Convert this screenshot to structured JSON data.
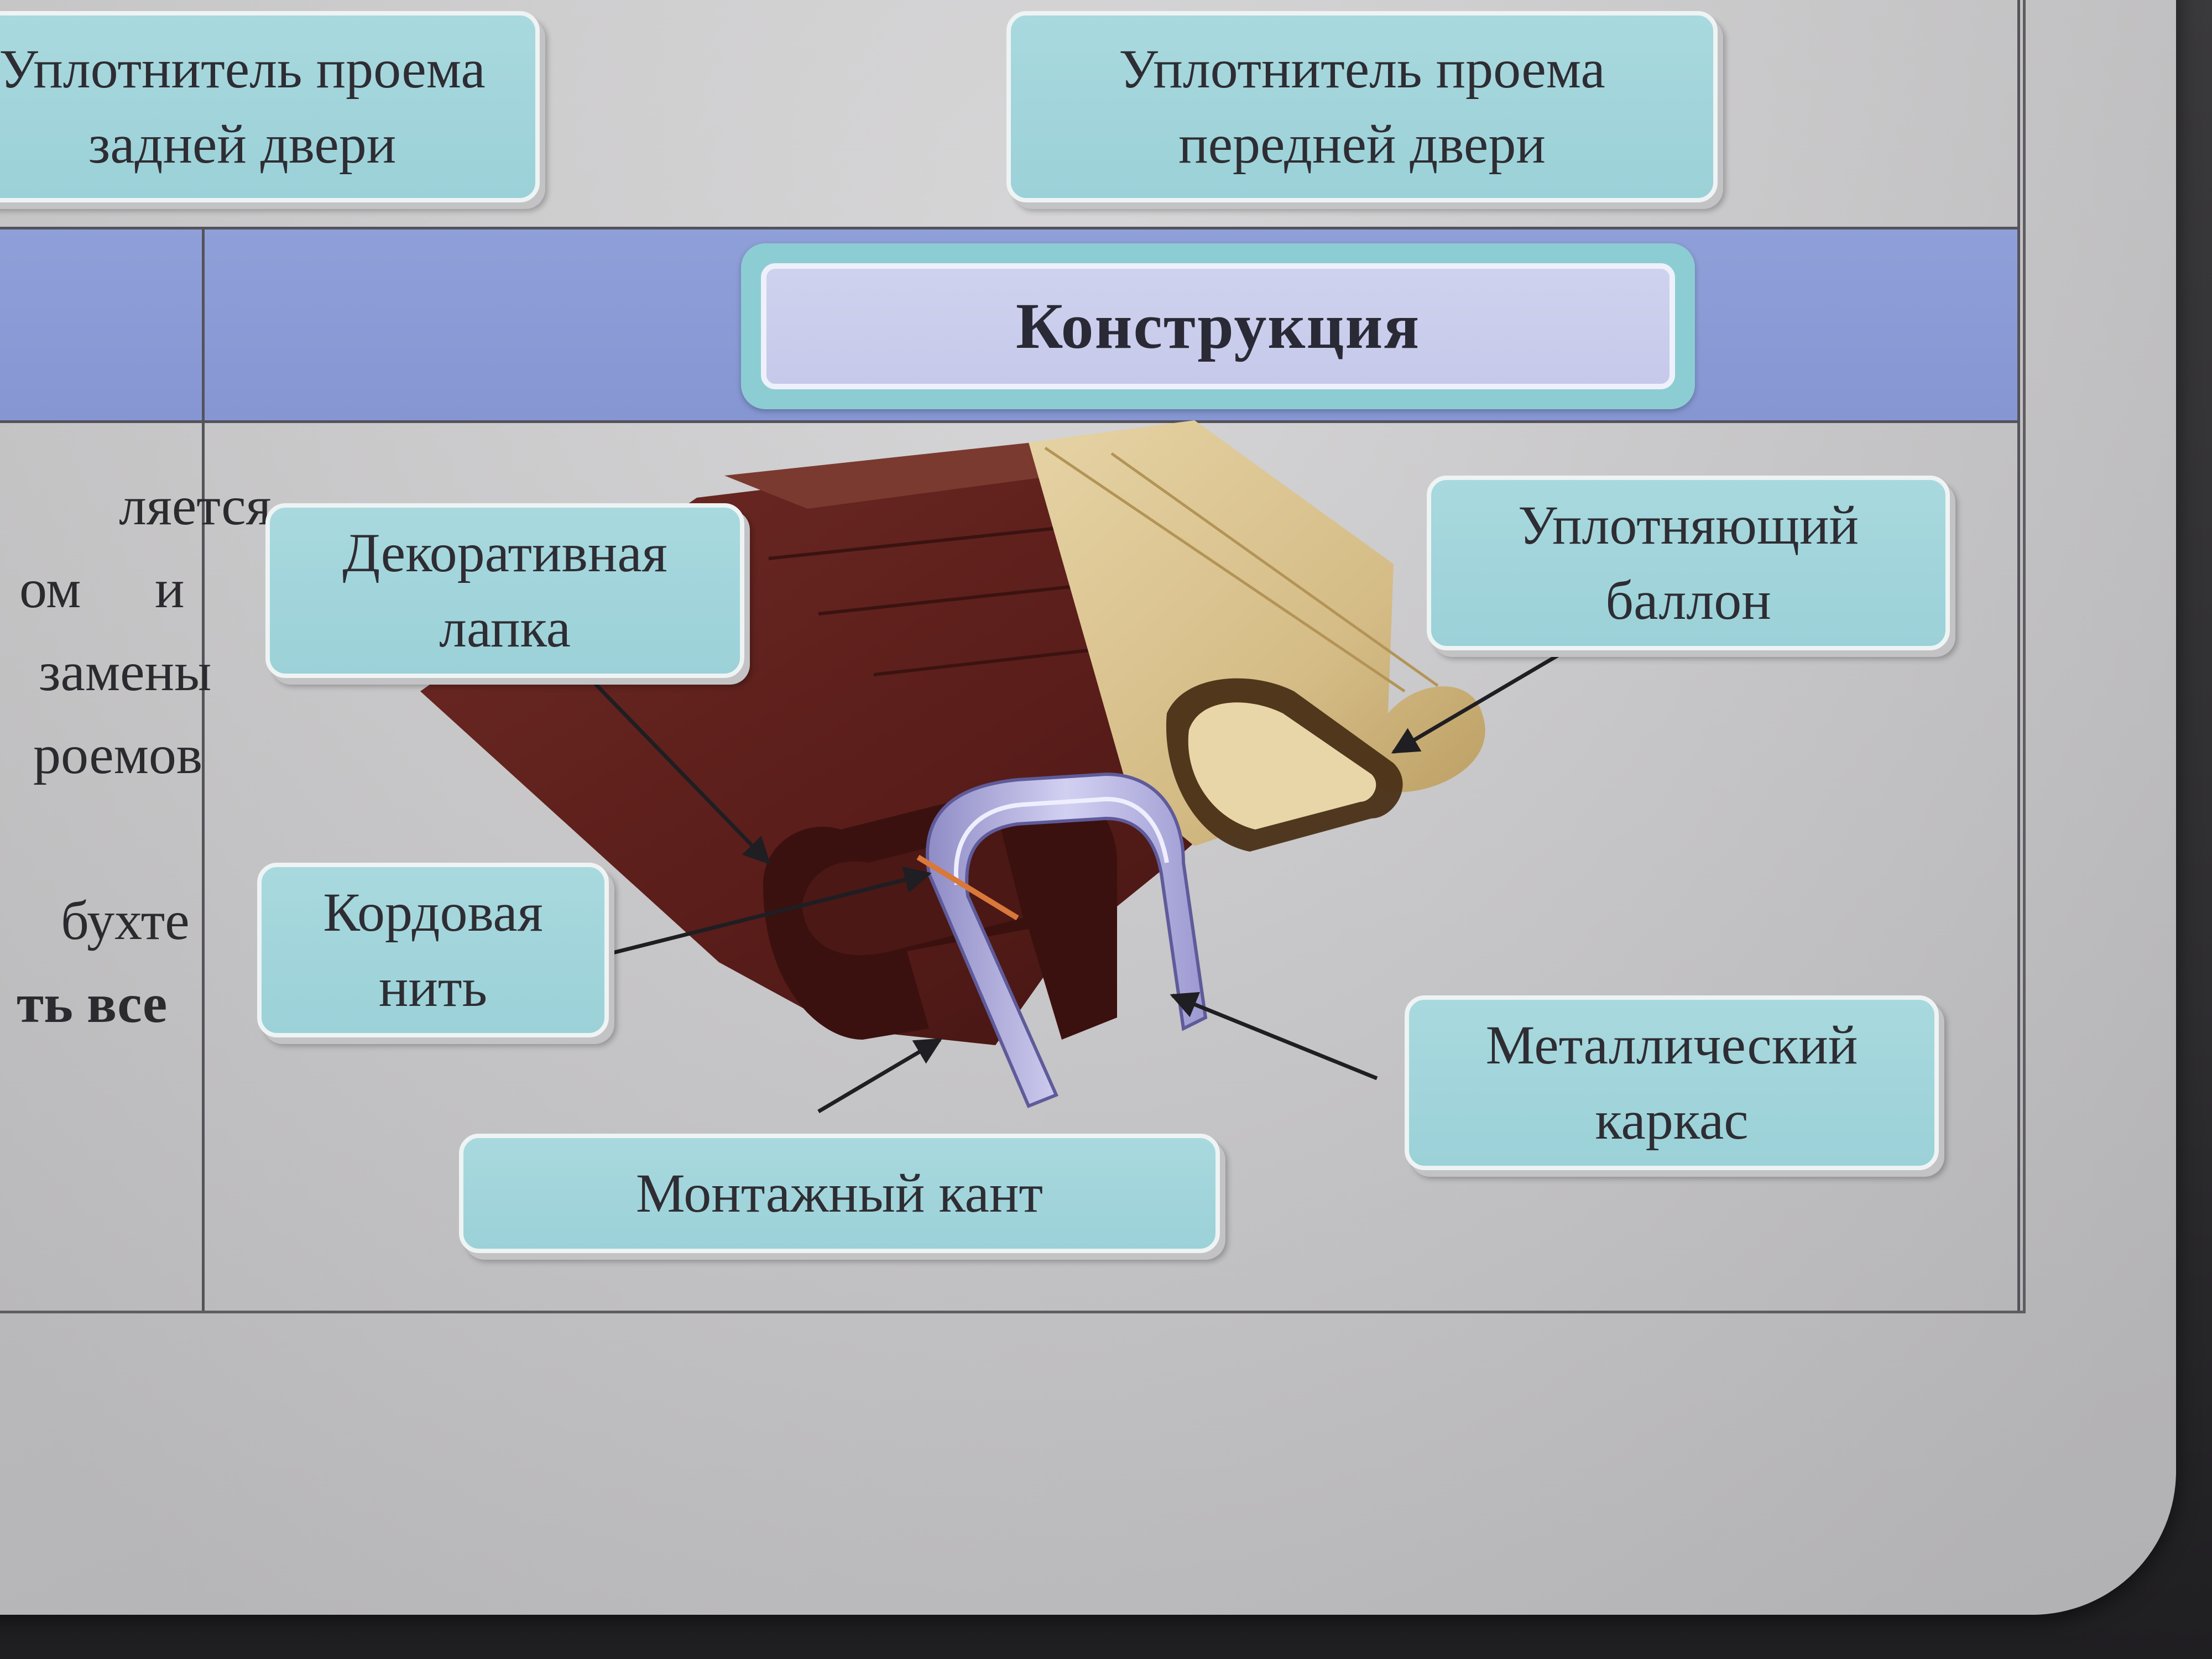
{
  "top_labels": {
    "rear": "Уплотнитель проема\nзадней двери",
    "front": "Уплотнитель проема\nпередней двери"
  },
  "heading": "Конструкция",
  "left_column_fragments": [
    "ляется",
    "ом",
    "и",
    "замены",
    "роемов",
    "бухте",
    "ть все"
  ],
  "callouts": {
    "decorative_lip": "Декоративная\nлапка",
    "sealing_bulb": "Уплотняющий\nбаллон",
    "cord_thread": "Кордовая\nнить",
    "metal_frame": "Металлический\nкаркас",
    "mounting_edge": "Монтажный кант"
  },
  "colors": {
    "callout_fill": "#a5d7dc",
    "heading_band": "#8a9ad5",
    "heading_pill": "#cbcdec",
    "profile_dark": "#5a1d1a",
    "profile_bulb": "#d8c08c",
    "frame_metal": "#b9b6e3"
  }
}
